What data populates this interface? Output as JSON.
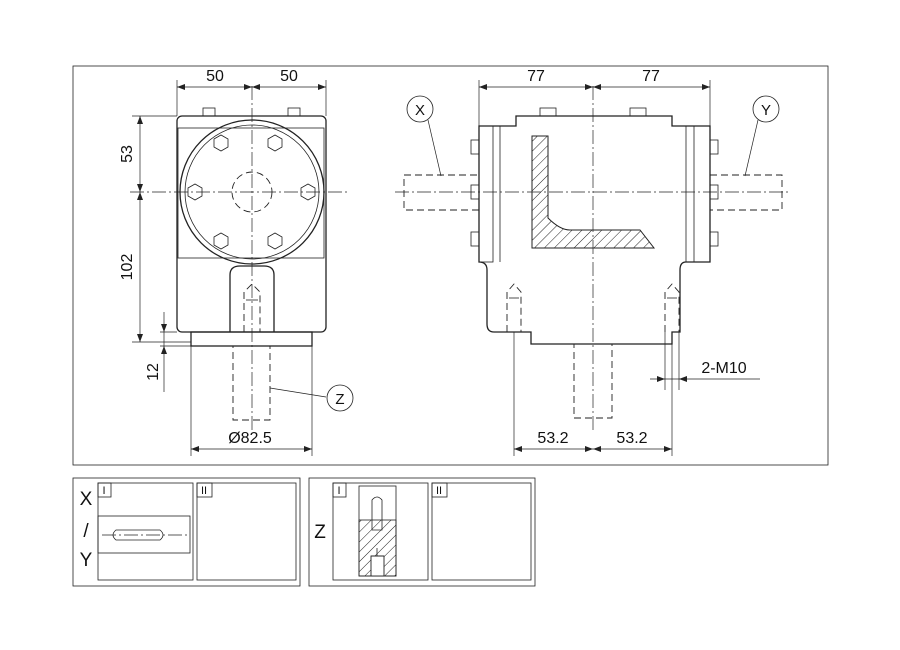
{
  "dimensions": {
    "top_left_a": "50",
    "top_left_b": "50",
    "top_right_a": "77",
    "top_right_b": "77",
    "left_upper": "53",
    "left_middle": "102",
    "left_lower": "12",
    "diameter": "Ø82.5",
    "bottom_a": "53.2",
    "bottom_b": "53.2",
    "thread": "2-M10"
  },
  "callouts": {
    "x": "X",
    "y": "Y",
    "z": "Z"
  },
  "detail_xy": {
    "row_label_x": "X",
    "row_label_slash": "/",
    "row_label_y": "Y",
    "option_1": "I",
    "option_2": "II"
  },
  "detail_z": {
    "row_label": "Z",
    "option_1": "I",
    "option_2": "II"
  },
  "colors": {
    "line": "#222222",
    "background": "#ffffff"
  }
}
